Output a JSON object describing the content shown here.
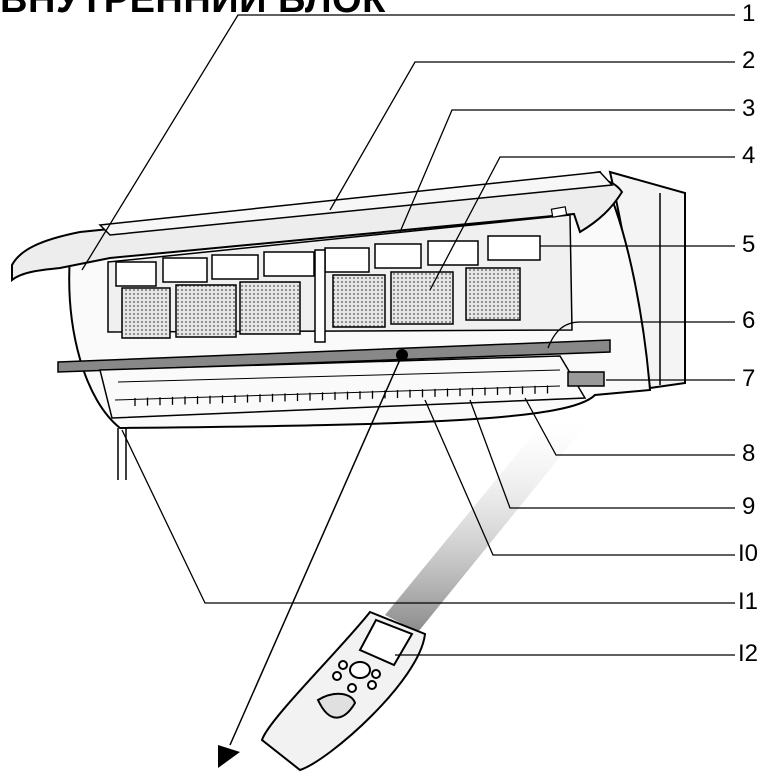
{
  "title": "ВНУТРЕННИЙ БЛОК",
  "callouts": [
    "1",
    "2",
    "3",
    "4",
    "5",
    "6",
    "7",
    "8",
    "9",
    "I0",
    "I1",
    "I2"
  ],
  "colors": {
    "line": "#000000",
    "panel": "#f2f2f2",
    "filter": "#cfcfcf",
    "beam": "#9a9a9a"
  }
}
